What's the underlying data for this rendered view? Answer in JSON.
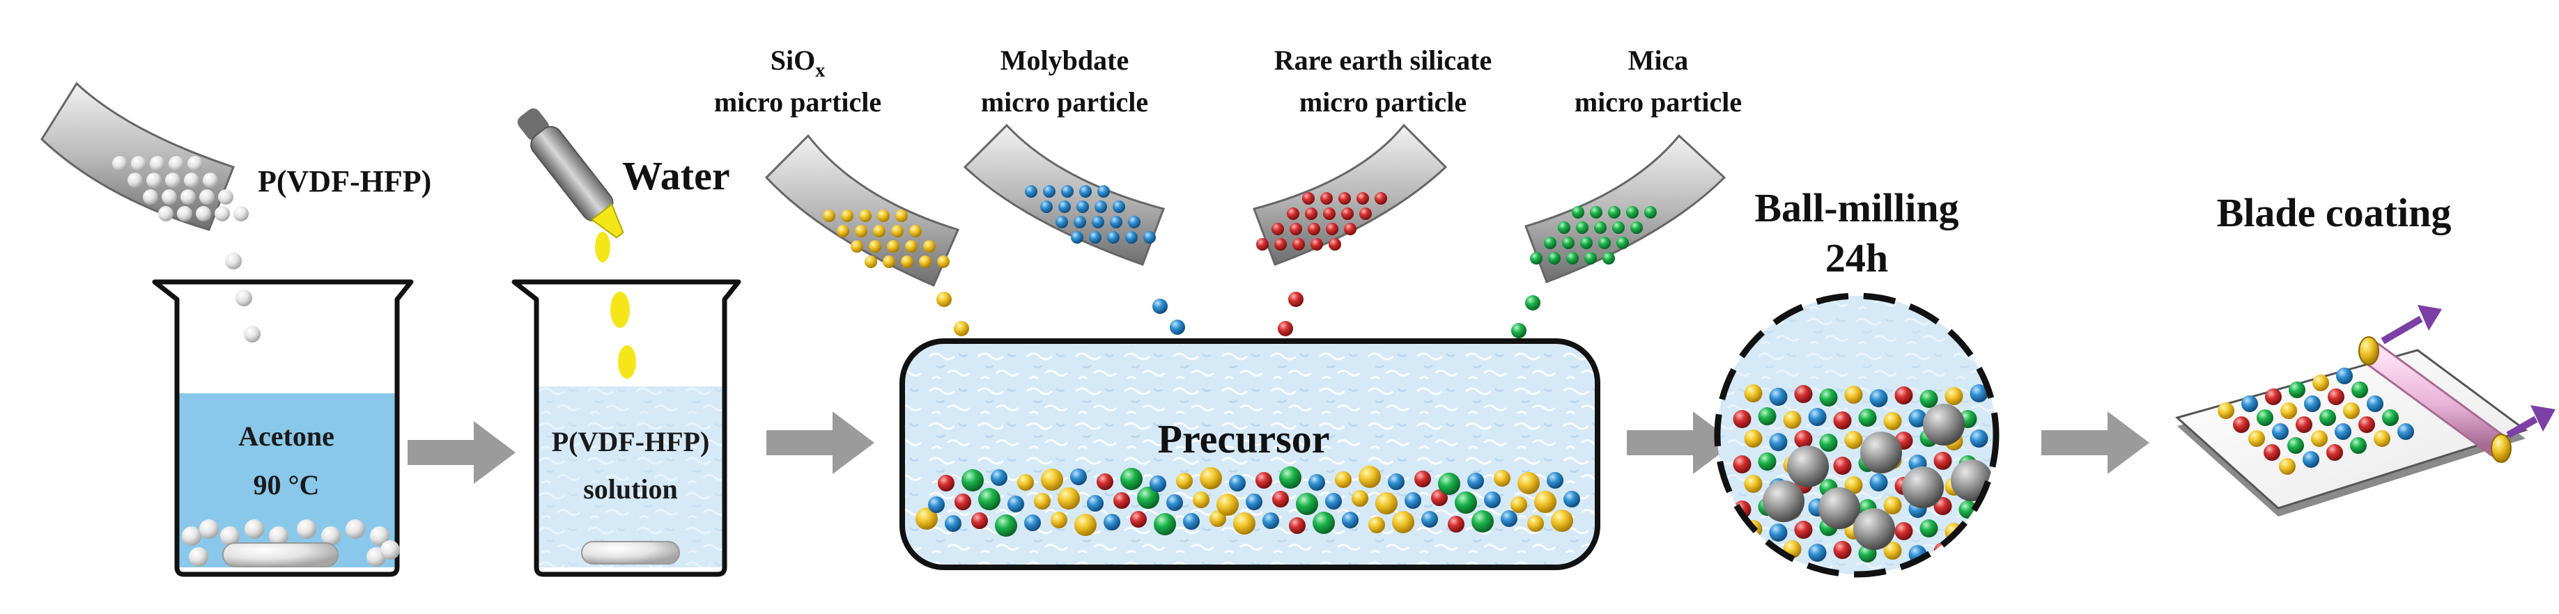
{
  "labels": {
    "polymer": "P(VDF-HFP)",
    "water": "Water",
    "acetone": "Acetone",
    "temperature": "90 °C",
    "solution_line1": "P(VDF-HFP)",
    "solution_line2": "solution",
    "siox_main": "SiO",
    "siox_sub": "x",
    "micro_particle": "micro particle",
    "molybdate": "Molybdate",
    "rare_earth": "Rare earth silicate",
    "mica": "Mica",
    "precursor": "Precursor",
    "ball_milling": "Ball-milling",
    "duration": "24h",
    "blade_coating": "Blade coating"
  },
  "colors": {
    "acetone_liquid": "#89C8EA",
    "solution_liquid": "#D6EAF8",
    "precursor_liquid": "#D4E8F6",
    "siox_particle": "#F2C62C",
    "molybdate_particle": "#2F8FD0",
    "rare_earth_particle": "#D32F2F",
    "mica_particle": "#1BB34A",
    "polymer_particle": "#DDDDDD",
    "milling_ball": "#9A9A9A",
    "water_drop": "#F5E61A",
    "arrow": "#9B9B9B",
    "motion_arrow": "#7B3FA6",
    "roller": "#E8B4D8"
  },
  "icons": [
    "scoop-icon",
    "dropper-icon",
    "beaker-icon",
    "process-arrow-icon",
    "milling-jar-icon",
    "roller-icon",
    "motion-arrow-icon"
  ]
}
